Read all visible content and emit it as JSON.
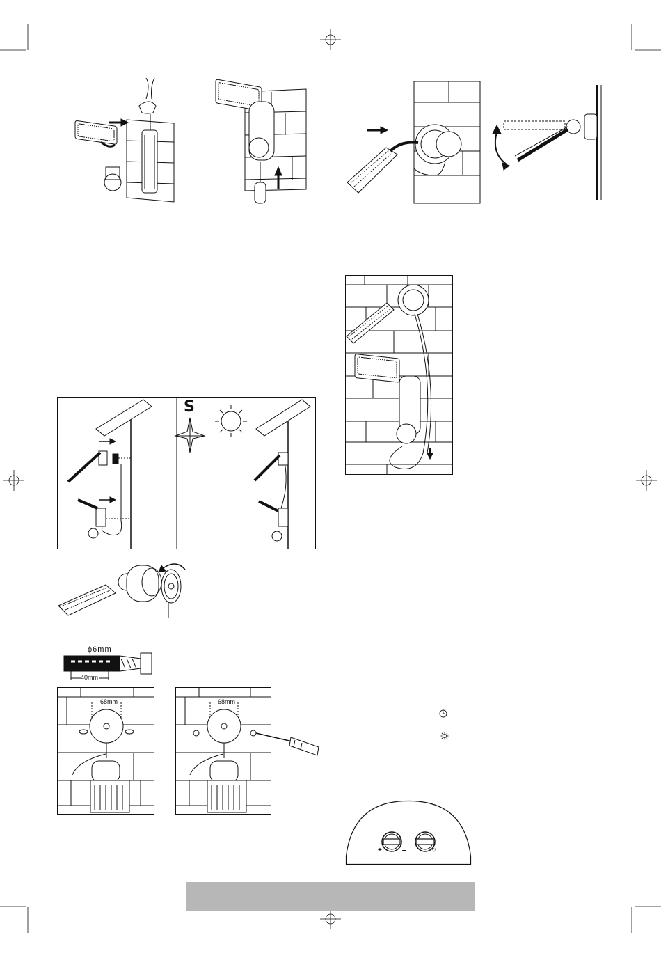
{
  "page": {
    "footer_bar_color": "#b7b7b8",
    "line_color": "#111111"
  },
  "orientation": {
    "south_label": "S"
  },
  "drill": {
    "diameter_label": "ϕ6mm",
    "depth_label": "40mm"
  },
  "mounting": {
    "spacing_label_left": "68mm",
    "spacing_label_right": "68mm"
  },
  "controls": {
    "time_icon": "clock-icon",
    "lux_icon": "sun-icon",
    "plus_label": "+",
    "minus_label": "–",
    "sun_label": "☼"
  }
}
